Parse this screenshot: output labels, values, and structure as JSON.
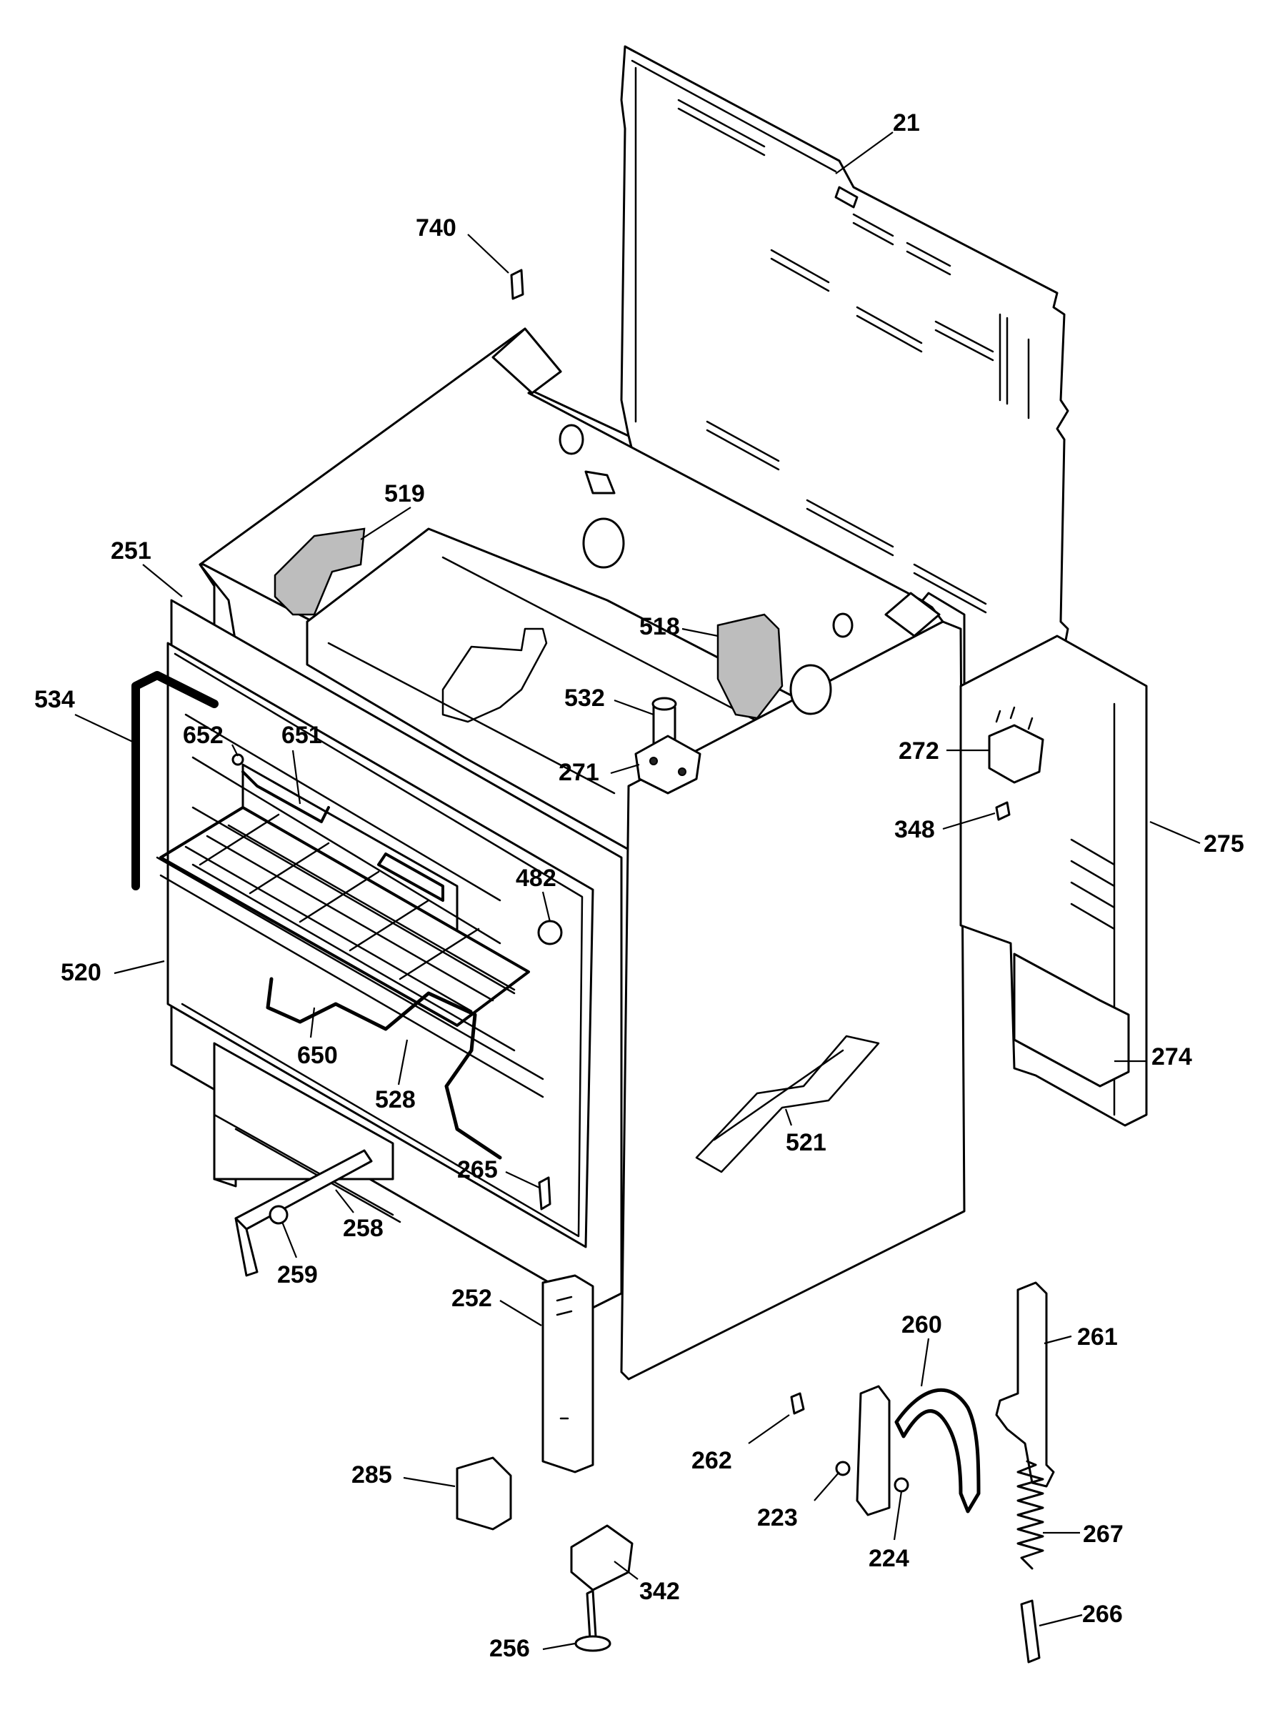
{
  "diagram": {
    "labels": [
      "21",
      "740",
      "519",
      "251",
      "518",
      "534",
      "532",
      "652",
      "651",
      "271",
      "272",
      "275",
      "348",
      "482",
      "520",
      "650",
      "528",
      "274",
      "521",
      "265",
      "258",
      "259",
      "252",
      "260",
      "261",
      "262",
      "285",
      "223",
      "224",
      "267",
      "342",
      "256",
      "266"
    ]
  }
}
